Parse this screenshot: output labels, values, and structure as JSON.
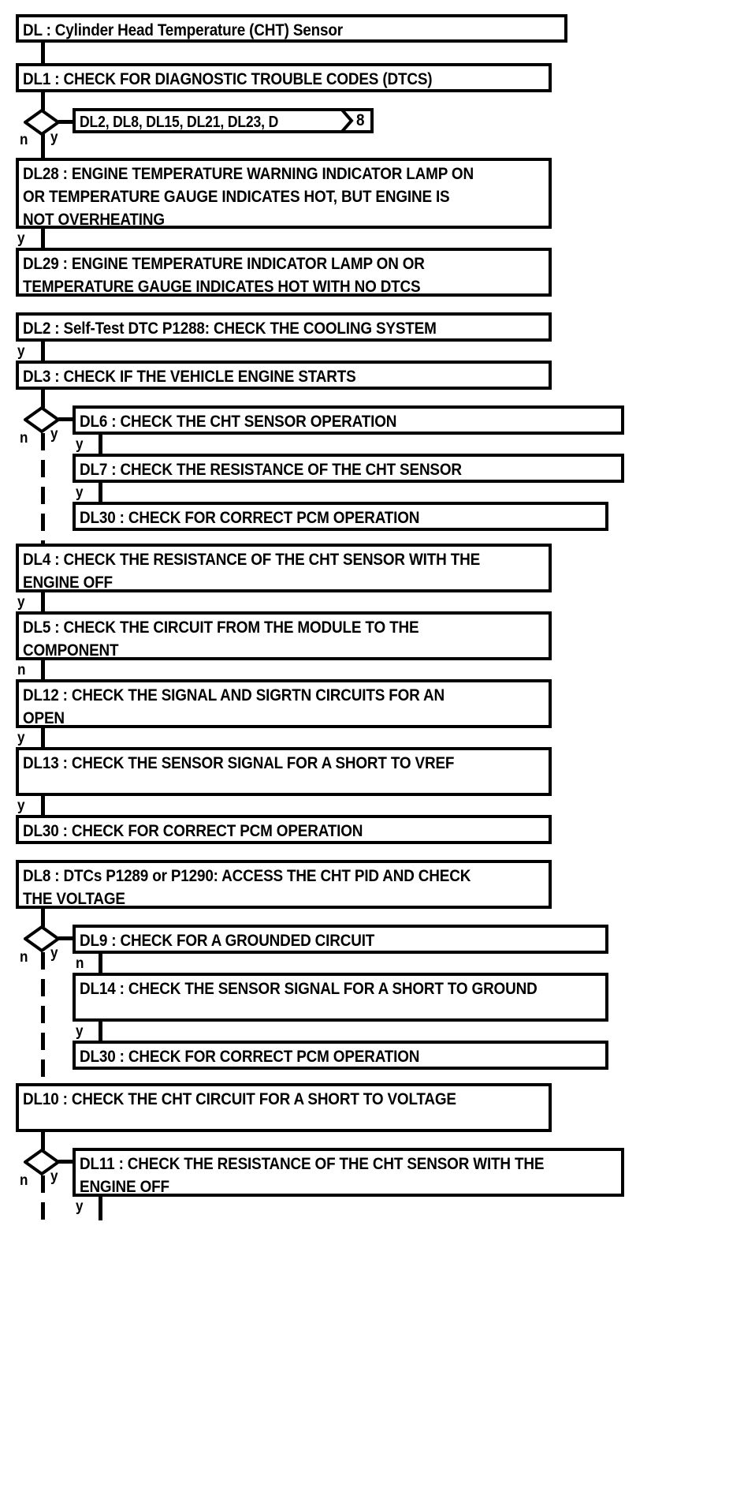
{
  "diagram": {
    "type": "flowchart",
    "title": "DL : Cylinder Head Temperature (CHT) Sensor",
    "orientation": "vertical",
    "style": "monochrome-black-and-white",
    "nodes": {
      "dl_title": "DL : Cylinder Head Temperature (CHT) Sensor",
      "dl1": "DL1 : CHECK FOR DIAGNOSTIC TROUBLE CODES (DTCS)",
      "dl_list": "DL2, DL8, DL15, DL21, DL23, D",
      "dl_list_tail": "8",
      "dl28": "DL28 : ENGINE TEMPERATURE WARNING INDICATOR LAMP ON OR TEMPERATURE GAUGE INDICATES HOT, BUT ENGINE IS NOT OVERHEATING",
      "dl29": "DL29 : ENGINE TEMPERATURE INDICATOR LAMP ON OR TEMPERATURE GAUGE INDICATES HOT WITH NO DTCS",
      "dl2": "DL2 : Self-Test DTC P1288: CHECK THE COOLING SYSTEM",
      "dl3": "DL3 : CHECK IF THE VEHICLE ENGINE STARTS",
      "dl6": "DL6 : CHECK THE CHT SENSOR OPERATION",
      "dl7": "DL7 : CHECK THE RESISTANCE OF THE CHT SENSOR",
      "dl30a": "DL30 : CHECK FOR CORRECT PCM OPERATION",
      "dl4": "DL4 : CHECK THE RESISTANCE OF THE CHT SENSOR WITH THE ENGINE OFF",
      "dl5": "DL5 : CHECK THE CIRCUIT FROM THE MODULE TO THE COMPONENT",
      "dl12": "DL12 : CHECK THE SIGNAL AND SIGRTN CIRCUITS FOR AN OPEN",
      "dl13": "DL13 : CHECK THE SENSOR SIGNAL FOR A SHORT TO VREF",
      "dl30b": "DL30 : CHECK FOR CORRECT PCM OPERATION",
      "dl8": "DL8 : DTCs P1289 or P1290: ACCESS THE CHT PID AND CHECK THE VOLTAGE",
      "dl9": "DL9 : CHECK FOR A GROUNDED CIRCUIT",
      "dl14": "DL14 : CHECK THE SENSOR SIGNAL FOR A SHORT TO GROUND",
      "dl30c": "DL30 : CHECK FOR CORRECT PCM OPERATION",
      "dl10": "DL10 : CHECK THE CHT CIRCUIT FOR A SHORT TO VOLTAGE",
      "dl11": "DL11 : CHECK THE RESISTANCE OF THE CHT SENSOR WITH THE ENGINE OFF"
    },
    "branch_labels": {
      "n": "n",
      "y": "y"
    },
    "colors": {
      "line": "#000000",
      "background": "#ffffff",
      "text": "#000000"
    }
  }
}
